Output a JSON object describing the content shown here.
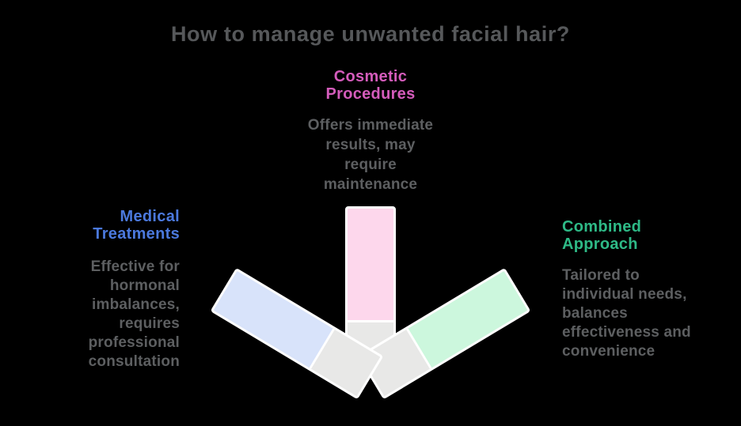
{
  "background_color": "#000000",
  "title": {
    "text": "How to manage unwanted facial hair?",
    "color": "#56585a"
  },
  "body_text_color": "#5d5f61",
  "diagram": {
    "bar_border_color": "#ffffff",
    "bar_tip_color": "#e8e8e7"
  },
  "options": [
    {
      "id": "medical-treatments",
      "heading_lines": [
        "Medical",
        "Treatments"
      ],
      "heading_color": "#4b79dd",
      "bar_color": "#d8e3fa",
      "body_lines": [
        "Effective for",
        "hormonal",
        "imbalances,",
        "requires",
        "professional",
        "consultation"
      ]
    },
    {
      "id": "cosmetic-procedures",
      "heading_lines": [
        "Cosmetic",
        "Procedures"
      ],
      "heading_color": "#d45cbb",
      "bar_color": "#fdd7ec",
      "body_lines": [
        "Offers immediate",
        "results, may",
        "require",
        "maintenance"
      ]
    },
    {
      "id": "combined-approach",
      "heading_lines": [
        "Combined",
        "Approach"
      ],
      "heading_color": "#2eba87",
      "bar_color": "#ccf7dd",
      "body_lines": [
        "Tailored to",
        "individual needs,",
        "balances",
        "effectiveness and",
        "convenience"
      ]
    }
  ]
}
